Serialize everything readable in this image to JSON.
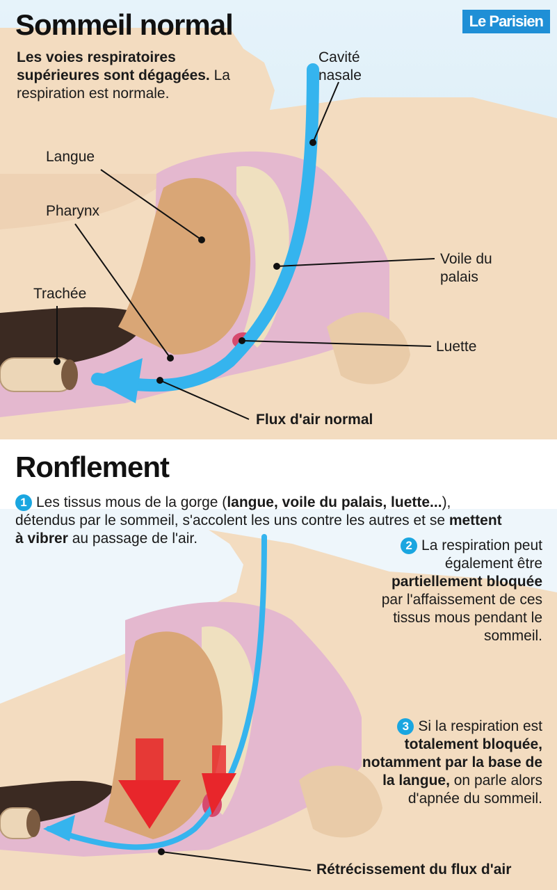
{
  "brand": {
    "logo_text": "Le Parisien",
    "accent": "#1f8fd6"
  },
  "section1": {
    "title": "Sommeil normal",
    "intro_bold": "Les voies respiratoires supérieures sont dégagées.",
    "intro_text": "La respiration est normale.",
    "labels": {
      "cavite": "Cavité nasale",
      "langue": "Langue",
      "pharynx": "Pharynx",
      "trachee": "Trachée",
      "voile": "Voile du palais",
      "luette": "Luette",
      "flux": "Flux d'air normal"
    }
  },
  "section2": {
    "title": "Ronflement",
    "note1": {
      "number": "1",
      "text_a": "Les tissus mous de la gorge (",
      "text_b": "langue, voile du palais, luette...",
      "text_c": "), détendus par le sommeil, s'accolent les uns contre les autres et se ",
      "text_d": "mettent à vibrer",
      "text_e": " au passage de l'air."
    },
    "note2": {
      "number": "2",
      "text_a": "La respiration peut également être ",
      "text_b": "partiellement bloquée",
      "text_c": " par l'affaissement de ces tissus mous pendant le sommeil."
    },
    "note3": {
      "number": "3",
      "text_a": "Si la respiration est ",
      "text_b": "totalement bloquée, notamment par la base de la langue,",
      "text_c": " on parle alors d'apnée du sommeil."
    },
    "caption": "Rétrécissement du flux d'air"
  },
  "colors": {
    "skin": "#f3dcc0",
    "tissue": "#e4b8cf",
    "airflow": "#35b4ee",
    "blockage": "#e8262b",
    "tongue": "#d9a676"
  }
}
